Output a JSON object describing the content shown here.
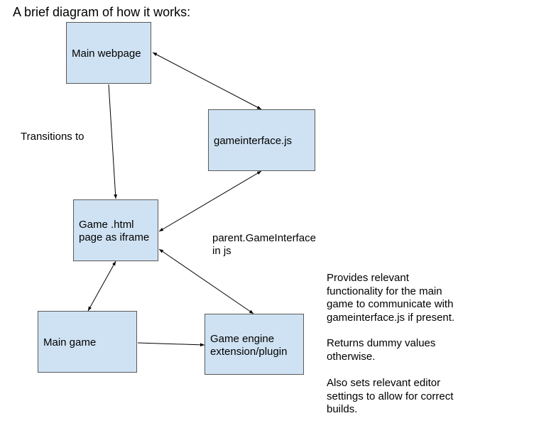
{
  "title": "A brief diagram of how it works:",
  "nodes": {
    "main_webpage": "Main webpage",
    "gameinterface": "gameinterface.js",
    "game_html_line1": "Game .html",
    "game_html_line2": "page as iframe",
    "main_game": "Main game",
    "engine_plugin_line1": "Game engine",
    "engine_plugin_line2": "extension/plugin"
  },
  "labels": {
    "transitions_to": "Transitions to",
    "parent_line1": "parent.GameInterface",
    "parent_line2": "in js"
  },
  "note": {
    "p1": [
      "Provides relevant",
      "functionality for the main",
      "game to communicate with",
      "gameinterface.js if present."
    ],
    "p2": [
      "Returns dummy values",
      "otherwise."
    ],
    "p3": [
      "Also sets relevant editor",
      "settings to allow for correct",
      "builds."
    ]
  },
  "colors": {
    "node_fill": "#cfe2f3",
    "node_border": "#595959",
    "edge": "#000000"
  }
}
